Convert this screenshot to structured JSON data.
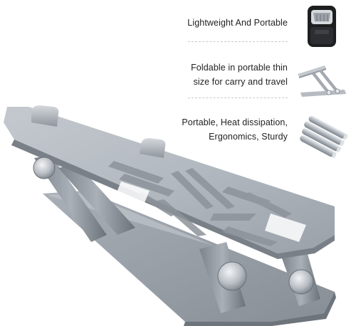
{
  "features": [
    {
      "lines": [
        "Lightweight And Portable"
      ],
      "icon": "backpack-icon"
    },
    {
      "lines": [
        "Foldable in portable thin",
        "size for carry and travel"
      ],
      "icon": "folding-stand-icon"
    },
    {
      "lines": [
        "Portable, Heat dissipation,",
        "Ergonomics, Sturdy"
      ],
      "icon": "aluminum-rods-icon"
    }
  ],
  "colors": {
    "aluminum_light": "#c8cdd3",
    "aluminum_mid": "#9ea4ac",
    "aluminum_dark": "#6f757d",
    "text": "#222222"
  }
}
